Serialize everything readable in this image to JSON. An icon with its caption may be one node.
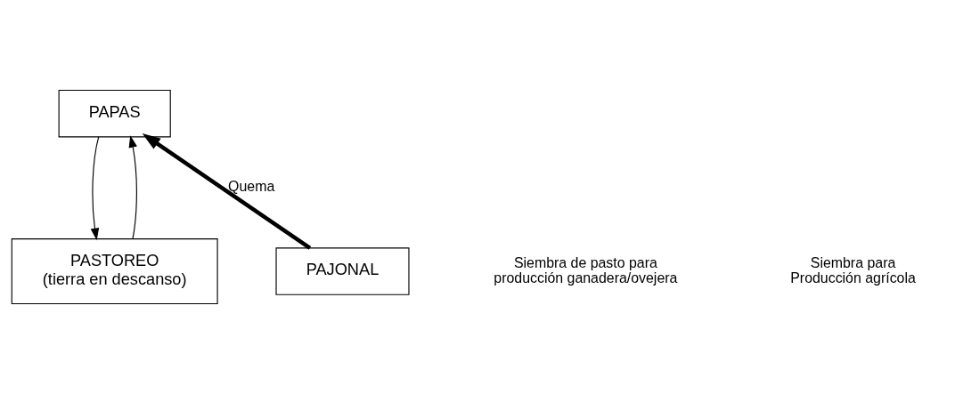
{
  "diagram": {
    "nodes": [
      {
        "text": [
          "PAPAS"
        ]
      },
      {
        "text": [
          "PAJONAL"
        ]
      },
      {
        "text": [
          "PASTOREO",
          "(tierra en descanso)"
        ]
      }
    ],
    "edges": [
      {
        "from": 1,
        "to": 0,
        "arrow": "to",
        "label": "Quema",
        "style": "thick"
      },
      {
        "from": 0,
        "to": 2,
        "arrow": "to"
      },
      {
        "from": 2,
        "to": 0,
        "arrow": "to"
      }
    ],
    "labels": [
      "Siembra de pasto para producción ganadera/ovejera",
      "Siembra para Producción agrícola"
    ]
  }
}
